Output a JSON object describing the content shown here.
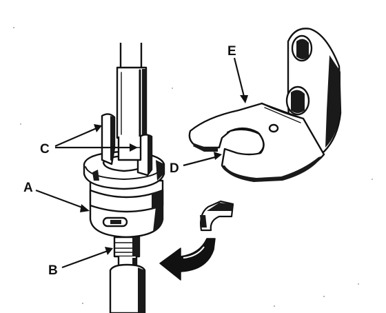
{
  "callouts": {
    "a": "A",
    "b": "B",
    "c": "C",
    "d": "D",
    "e": "E"
  },
  "colors": {
    "ink": "#111111",
    "background": "#ffffff"
  },
  "icons": {
    "rotation": "curved-rotation-arrow",
    "removal": "bold-arrow-left"
  }
}
